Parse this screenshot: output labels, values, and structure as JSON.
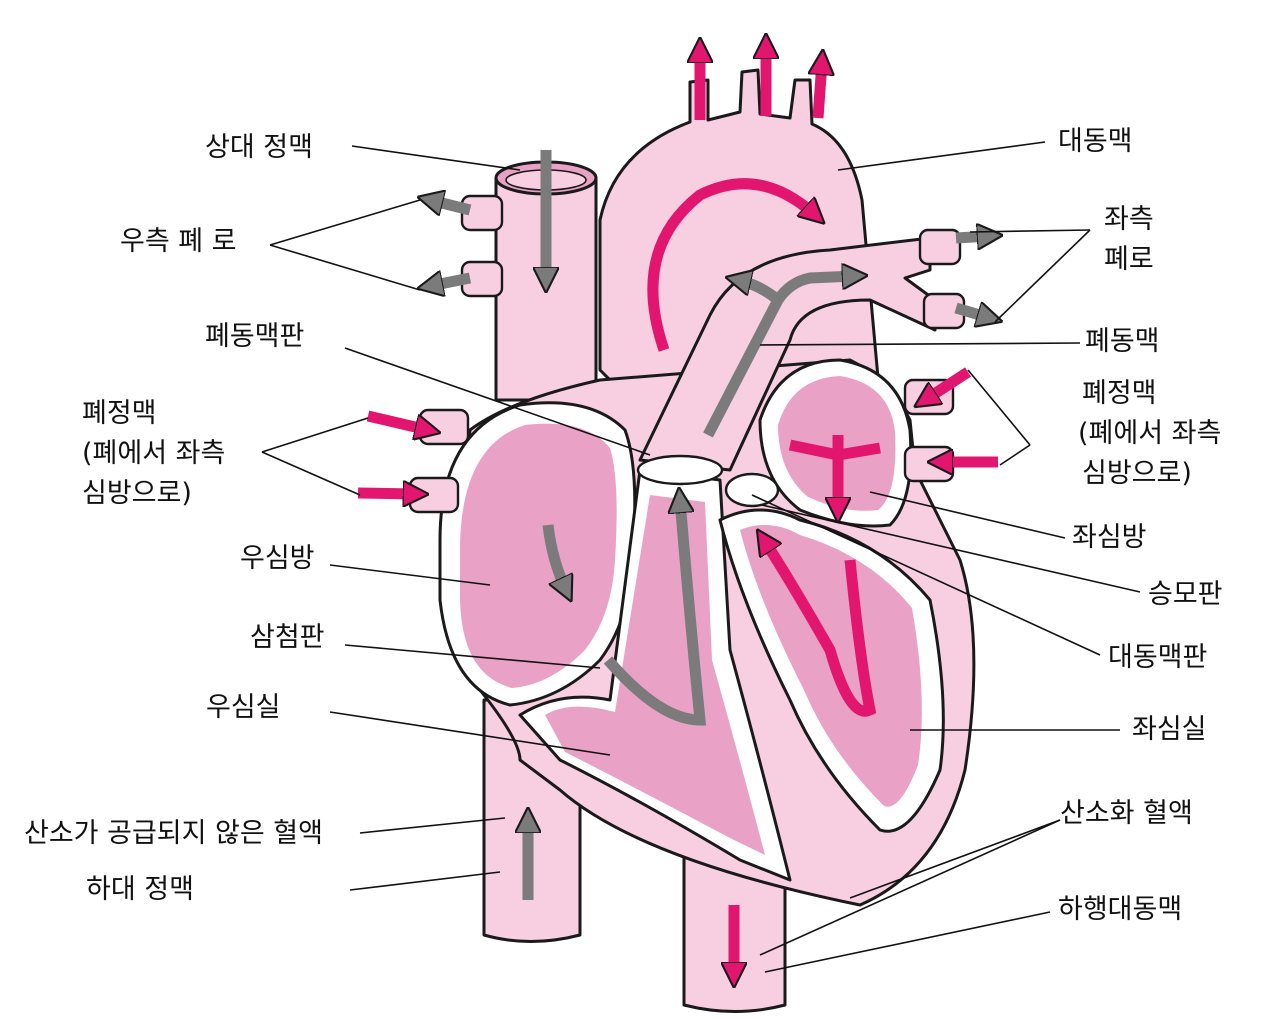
{
  "colors": {
    "outer_tissue": "#f7cfe0",
    "chamber": "#e9a2c5",
    "inner_wall": "#ffffff",
    "oxygenated_arrow": "#e3166f",
    "deoxygenated_arrow": "#7b7b7b",
    "outline": "#1a1a1a"
  },
  "labels": {
    "superior_vena_cava": "상대 정맥",
    "right_pulmonary_artery": "우측 폐 로",
    "pulmonary_valve": "폐동맥판",
    "pulmonary_veins_right_line1": "폐정맥",
    "pulmonary_veins_right_line2": "(폐에서 좌측",
    "pulmonary_veins_right_line3": "심방으로)",
    "right_atrium": "우심방",
    "tricuspid_valve": "삼첨판",
    "right_ventricle": "우심실",
    "deoxygenated_blood": "산소가 공급되지 않은 혈액",
    "inferior_vena_cava": "하대 정맥",
    "aorta": "대동맥",
    "left_pulmonary_artery_line1": "좌측",
    "left_pulmonary_artery_line2": "폐로",
    "pulmonary_artery": "폐동맥",
    "pulmonary_veins_left_line1": "폐정맥",
    "pulmonary_veins_left_line2": "(폐에서 좌측",
    "pulmonary_veins_left_line3": "심방으로)",
    "left_atrium": "좌심방",
    "mitral_valve": "승모판",
    "aortic_valve": "대동맥판",
    "left_ventricle": "좌심실",
    "oxygenated_blood": "산소화 혈액",
    "descending_aorta": "하행대동맥"
  }
}
